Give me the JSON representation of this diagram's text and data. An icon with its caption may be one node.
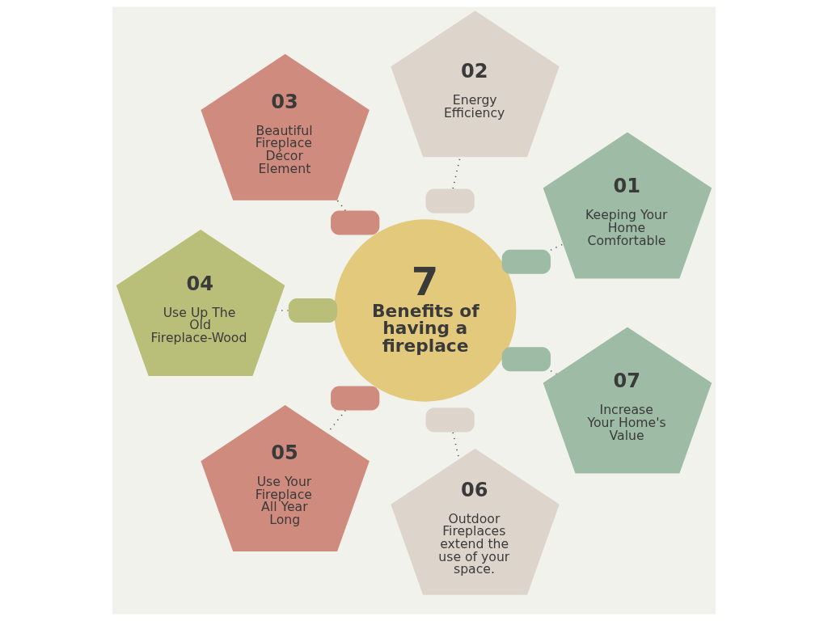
{
  "diagram": {
    "nodes": [
      {
        "text": [
          "7",
          "Benefits of having a fireplace"
        ]
      },
      {
        "text": [
          "01",
          "Keeping Your Home Comfortable"
        ]
      },
      {
        "text": [
          "02",
          "Energy Efficiency"
        ]
      },
      {
        "text": [
          "03",
          "Beautiful Fireplace Décor Element"
        ]
      },
      {
        "text": [
          "04",
          "Use Up The Old Fireplace-Wood"
        ]
      },
      {
        "text": [
          "05",
          "Use Your Fireplace All Year Long"
        ]
      },
      {
        "text": [
          "06",
          "Outdoor Fireplaces extend the use of your space."
        ]
      },
      {
        "text": [
          "07",
          "Increase Your Home's Value"
        ]
      },
      {
        "text": [],
        "shape": "arc"
      },
      {
        "text": [],
        "shape": "arc"
      },
      {
        "text": [],
        "shape": "arc"
      },
      {
        "text": [],
        "shape": "arc"
      },
      {
        "text": [],
        "shape": "arc"
      },
      {
        "text": [],
        "shape": "arc"
      },
      {
        "text": [],
        "shape": "arc"
      }
    ],
    "edges": [
      {
        "from": 1,
        "to": 8,
        "arrow": "none",
        "style": "dashed"
      },
      {
        "from": 2,
        "to": 9,
        "arrow": "none",
        "style": "dashed"
      },
      {
        "from": 3,
        "to": 10,
        "arrow": "none",
        "style": "dashed"
      },
      {
        "from": 4,
        "to": 11,
        "arrow": "none",
        "style": "dashed"
      },
      {
        "from": 5,
        "to": 12,
        "arrow": "none",
        "style": "dashed"
      },
      {
        "from": 6,
        "to": 13,
        "arrow": "none",
        "style": "dashed"
      },
      {
        "from": 7,
        "to": 14,
        "arrow": "none",
        "style": "dashed"
      }
    ]
  }
}
